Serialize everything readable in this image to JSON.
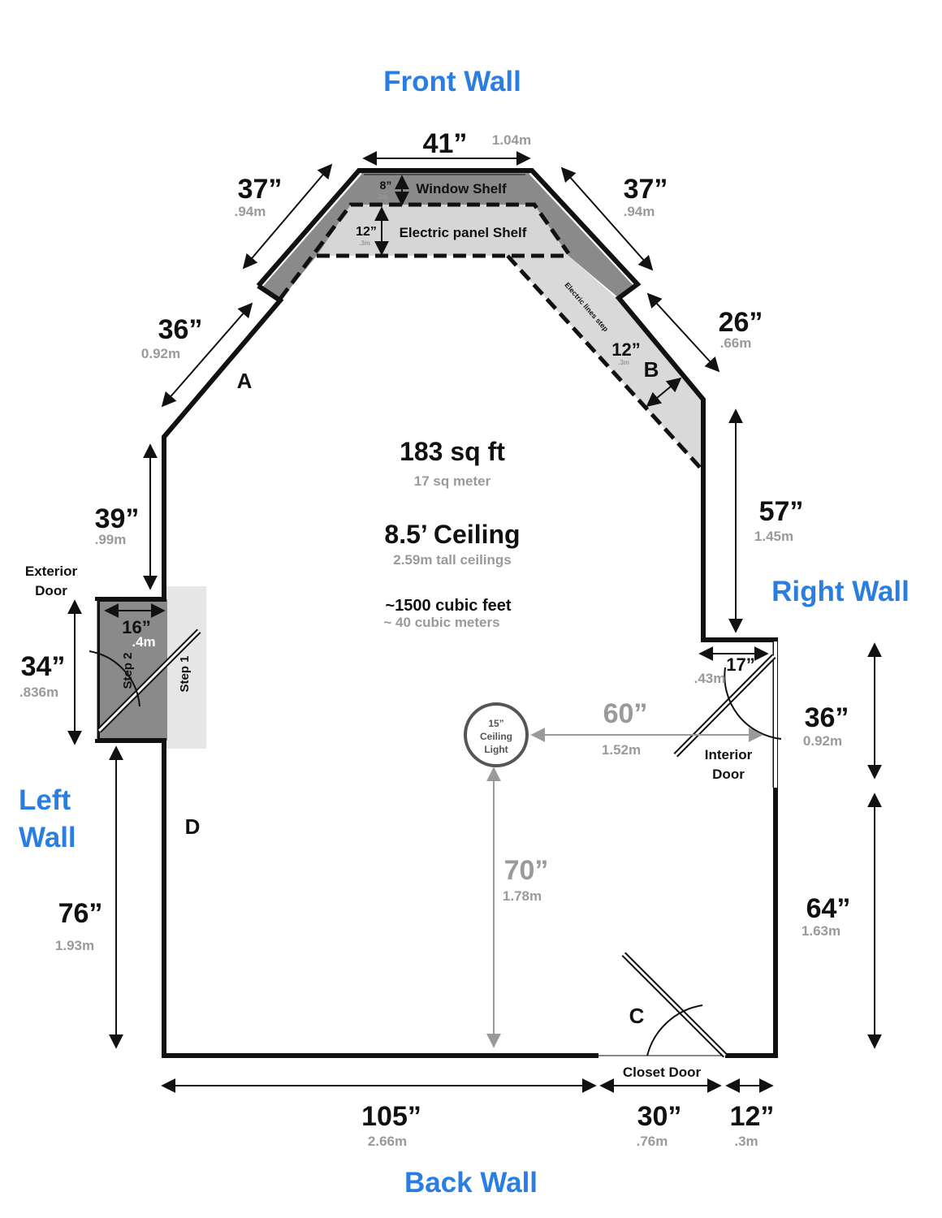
{
  "walls": {
    "front": "Front Wall",
    "back": "Back Wall",
    "left_line1": "Left",
    "left_line2": "Wall",
    "right": "Right Wall"
  },
  "room": {
    "area": "183 sq ft",
    "area_metric": "17 sq meter",
    "ceiling": "8.5’ Ceiling",
    "ceiling_metric": "2.59m tall ceilings",
    "volume": "~1500 cubic feet",
    "volume_metric": "~ 40 cubic meters"
  },
  "shelves": {
    "window_shelf": "Window Shelf",
    "window_depth": "8”",
    "window_depth_metric": ".2m",
    "electric_shelf": "Electric panel Shelf",
    "electric_depth": "12”",
    "electric_depth_metric": ".3m",
    "electric_step": "Electric lines step",
    "step_depth": "12”",
    "step_depth_metric": ".3m"
  },
  "dimensions": {
    "front_top": {
      "imperial": "41”",
      "metric": "1.04m"
    },
    "front_left_diag": {
      "imperial": "37”",
      "metric": ".94m"
    },
    "front_right_diag": {
      "imperial": "37”",
      "metric": ".94m"
    },
    "wall_a": {
      "imperial": "36”",
      "metric": "0.92m"
    },
    "wall_b": {
      "imperial": "26”",
      "metric": ".66m"
    },
    "left_upper": {
      "imperial": "39”",
      "metric": ".99m"
    },
    "right_upper": {
      "imperial": "57”",
      "metric": "1.45m"
    },
    "ext_door": {
      "imperial": "34”",
      "metric": ".836m"
    },
    "step_depth": {
      "imperial": "16”",
      "metric": ".4m"
    },
    "int_door_offset": {
      "imperial": "17”",
      "metric": ".43m"
    },
    "int_door": {
      "imperial": "36”",
      "metric": "0.92m"
    },
    "light_to_wall": {
      "imperial": "60”",
      "metric": "1.52m"
    },
    "light_to_back": {
      "imperial": "70”",
      "metric": "1.78m"
    },
    "left_lower": {
      "imperial": "76”",
      "metric": "1.93m"
    },
    "right_lower": {
      "imperial": "64”",
      "metric": "1.63m"
    },
    "back_main": {
      "imperial": "105”",
      "metric": "2.66m"
    },
    "closet": {
      "imperial": "30”",
      "metric": ".76m"
    },
    "back_right": {
      "imperial": "12”",
      "metric": ".3m"
    }
  },
  "labels": {
    "exterior_door_line1": "Exterior",
    "exterior_door_line2": "Door",
    "interior_door_line1": "Interior",
    "interior_door_line2": "Door",
    "closet_door": "Closet Door",
    "step1": "Step 1",
    "step2": "Step 2",
    "light_size": "15”",
    "light_line1": "Ceiling",
    "light_line2": "Light",
    "letter_a": "A",
    "letter_b": "B",
    "letter_c": "C",
    "letter_d": "D"
  },
  "colors": {
    "wall_label": "#2a7de1",
    "wall": "#111111",
    "window_shelf": "#8a8a8a",
    "light_shelf": "#d6d6d6",
    "step_area": "#e6e6e6",
    "muted_text": "#9a9a9a"
  }
}
